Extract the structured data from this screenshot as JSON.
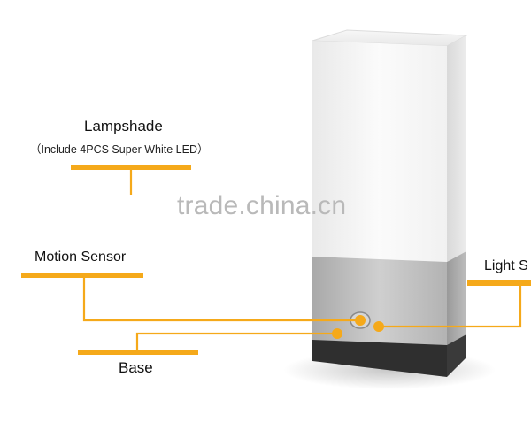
{
  "diagram": {
    "labels": {
      "lampshade": "Lampshade",
      "lampshade_note": "（Include 4PCS Super White LED）",
      "motion_sensor": "Motion Sensor",
      "base": "Base",
      "light_sensor": "Light S"
    },
    "watermark": "trade.china.cn",
    "colors": {
      "callout_line": "#f5a91a",
      "callout_dot": "#f5a91a",
      "lampshade_body": "#f4f4f4",
      "base_silver": "#b9b9b9",
      "base_bottom": "#2f2f2f",
      "label_text": "#111111",
      "watermark": "#b9b9b9"
    }
  }
}
